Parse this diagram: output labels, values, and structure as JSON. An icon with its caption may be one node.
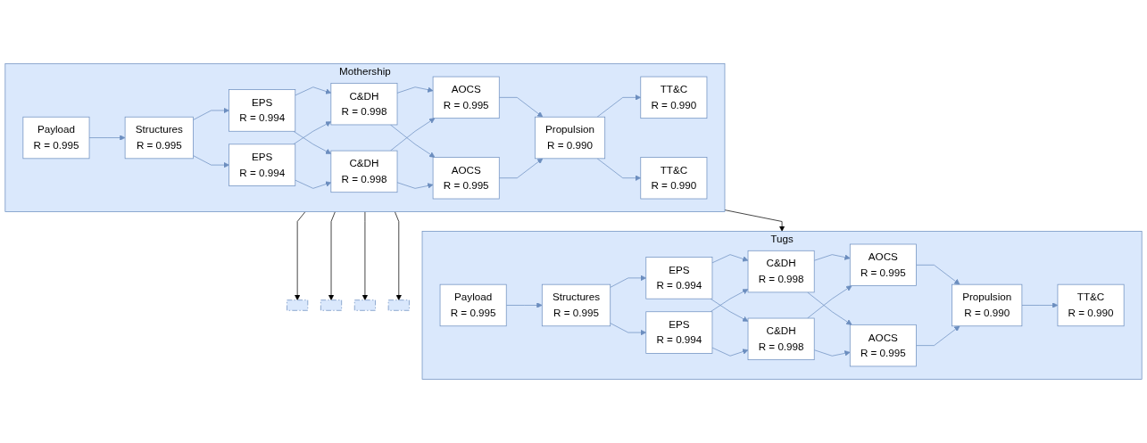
{
  "diagram": {
    "nodes": [
      {
        "text": [
          "Mothership"
        ]
      },
      {
        "text": [
          "Payload",
          "R = 0.995"
        ],
        "in": 0
      },
      {
        "text": [
          "Structures",
          "R = 0.995"
        ],
        "in": 0
      },
      {
        "text": [
          "EPS",
          "R = 0.994"
        ],
        "in": 0
      },
      {
        "text": [
          "EPS",
          "R = 0.994"
        ],
        "in": 0
      },
      {
        "text": [
          "C&DH",
          "R = 0.998"
        ],
        "in": 0
      },
      {
        "text": [
          "C&DH",
          "R = 0.998"
        ],
        "in": 0
      },
      {
        "text": [
          "AOCS",
          "R = 0.995"
        ],
        "in": 0
      },
      {
        "text": [
          "AOCS",
          "R = 0.995"
        ],
        "in": 0
      },
      {
        "text": [
          "Propulsion",
          "R = 0.990"
        ],
        "in": 0
      },
      {
        "text": [
          "TT&C",
          "R = 0.990"
        ],
        "in": 0
      },
      {
        "text": [
          "TT&C",
          "R = 0.990"
        ],
        "in": 0
      },
      {
        "text": [],
        "shape": "box"
      },
      {
        "text": [],
        "shape": "box"
      },
      {
        "text": [],
        "shape": "box"
      },
      {
        "text": [],
        "shape": "box"
      },
      {
        "text": [
          "Tugs"
        ]
      },
      {
        "text": [
          "Payload",
          "R = 0.995"
        ],
        "in": 16
      },
      {
        "text": [
          "Structures",
          "R = 0.995"
        ],
        "in": 16
      },
      {
        "text": [
          "EPS",
          "R = 0.994"
        ],
        "in": 16
      },
      {
        "text": [
          "EPS",
          "R = 0.994"
        ],
        "in": 16
      },
      {
        "text": [
          "C&DH",
          "R = 0.998"
        ],
        "in": 16
      },
      {
        "text": [
          "C&DH",
          "R = 0.998"
        ],
        "in": 16
      },
      {
        "text": [
          "AOCS",
          "R = 0.995"
        ],
        "in": 16
      },
      {
        "text": [
          "AOCS",
          "R = 0.995"
        ],
        "in": 16
      },
      {
        "text": [
          "Propulsion",
          "R = 0.990"
        ],
        "in": 16
      },
      {
        "text": [
          "TT&C",
          "R = 0.990"
        ],
        "in": 16
      }
    ],
    "edges": [
      {
        "from": 1,
        "to": 2,
        "arrow": "to"
      },
      {
        "from": 2,
        "to": 3,
        "arrow": "to"
      },
      {
        "from": 2,
        "to": 4,
        "arrow": "to"
      },
      {
        "from": 3,
        "to": 5,
        "arrow": "to"
      },
      {
        "from": 3,
        "to": 6,
        "arrow": "to"
      },
      {
        "from": 4,
        "to": 5,
        "arrow": "to"
      },
      {
        "from": 4,
        "to": 6,
        "arrow": "to"
      },
      {
        "from": 5,
        "to": 7,
        "arrow": "to"
      },
      {
        "from": 5,
        "to": 8,
        "arrow": "to"
      },
      {
        "from": 6,
        "to": 7,
        "arrow": "to"
      },
      {
        "from": 6,
        "to": 8,
        "arrow": "to"
      },
      {
        "from": 7,
        "to": 9,
        "arrow": "to"
      },
      {
        "from": 8,
        "to": 9,
        "arrow": "to"
      },
      {
        "from": 9,
        "to": 10,
        "arrow": "to"
      },
      {
        "from": 9,
        "to": 11,
        "arrow": "to"
      },
      {
        "from": 17,
        "to": 18,
        "arrow": "to"
      },
      {
        "from": 18,
        "to": 19,
        "arrow": "to"
      },
      {
        "from": 18,
        "to": 20,
        "arrow": "to"
      },
      {
        "from": 19,
        "to": 21,
        "arrow": "to"
      },
      {
        "from": 19,
        "to": 22,
        "arrow": "to"
      },
      {
        "from": 20,
        "to": 21,
        "arrow": "to"
      },
      {
        "from": 20,
        "to": 22,
        "arrow": "to"
      },
      {
        "from": 21,
        "to": 23,
        "arrow": "to"
      },
      {
        "from": 21,
        "to": 24,
        "arrow": "to"
      },
      {
        "from": 22,
        "to": 23,
        "arrow": "to"
      },
      {
        "from": 22,
        "to": 24,
        "arrow": "to"
      },
      {
        "from": 23,
        "to": 25,
        "arrow": "to"
      },
      {
        "from": 24,
        "to": 25,
        "arrow": "to"
      },
      {
        "from": 25,
        "to": 26,
        "arrow": "to"
      },
      {
        "from": 0,
        "to": 12,
        "arrow": "to",
        "color": "#000000"
      },
      {
        "from": 0,
        "to": 13,
        "arrow": "to",
        "color": "#000000"
      },
      {
        "from": 0,
        "to": 14,
        "arrow": "to",
        "color": "#000000"
      },
      {
        "from": 0,
        "to": 15,
        "arrow": "to",
        "color": "#000000"
      },
      {
        "from": 0,
        "to": 16,
        "arrow": "to",
        "color": "#000000"
      }
    ]
  }
}
